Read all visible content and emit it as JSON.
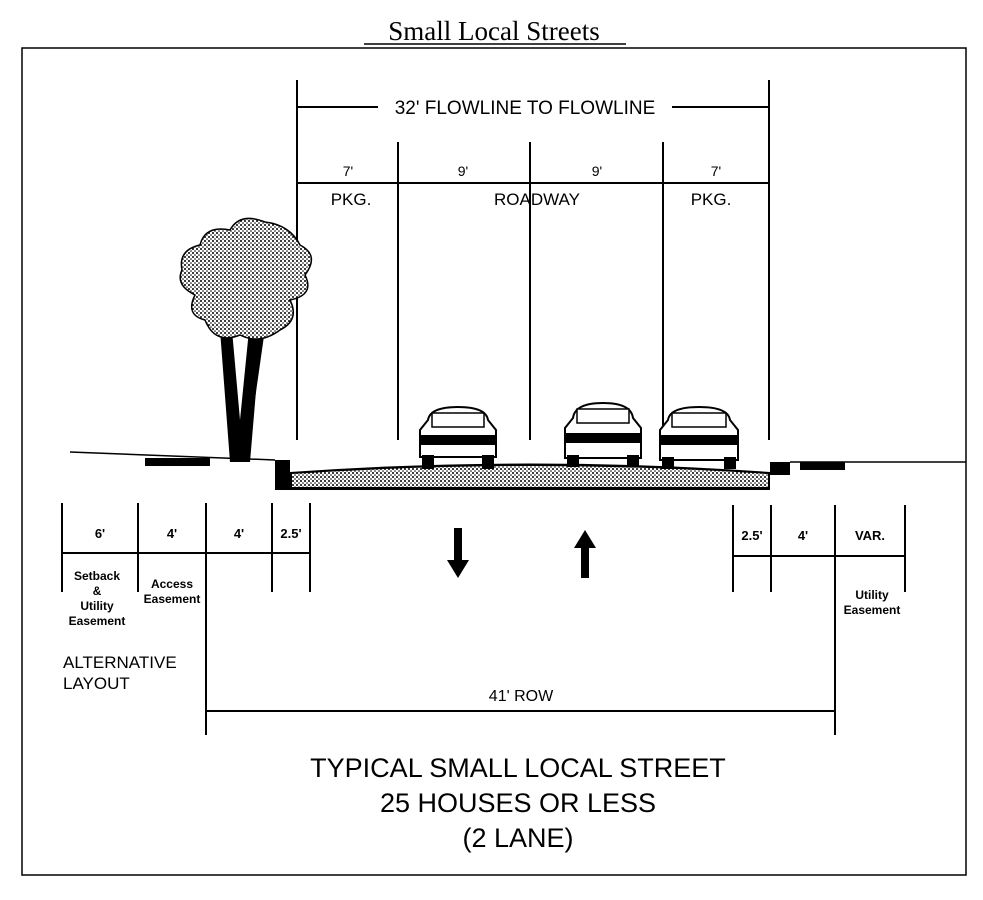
{
  "title": "Small Local Streets",
  "top_dimension": "32' FLOWLINE TO FLOWLINE",
  "lane_widths": [
    "7'",
    "9'",
    "9'",
    "7'"
  ],
  "lane_labels": {
    "left_parking": "PKG.",
    "roadway": "ROADWAY",
    "right_parking": "PKG."
  },
  "left_widths": [
    "6'",
    "4'",
    "4'",
    "2.5'"
  ],
  "left_labels": {
    "setback": [
      "Setback",
      "&",
      "Utility",
      "Easement"
    ],
    "access": [
      "Access",
      "Easement"
    ]
  },
  "alternative_layout": [
    "ALTERNATIVE",
    "LAYOUT"
  ],
  "right_widths": [
    "2.5'",
    "4'",
    "VAR."
  ],
  "right_labels": {
    "utility": [
      "Utility",
      "Easement"
    ]
  },
  "row_dimension": "41' ROW",
  "caption": [
    "TYPICAL SMALL LOCAL STREET",
    "25 HOUSES OR LESS",
    "(2 LANE)"
  ]
}
